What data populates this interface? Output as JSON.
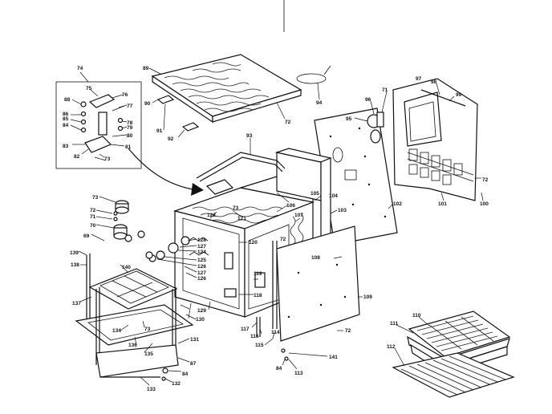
{
  "labels": {
    "l74": "74",
    "l75": "75",
    "l76": "76",
    "l77": "77",
    "l78": "78",
    "l79": "79",
    "l80": "80",
    "l81": "81",
    "l82": "82",
    "l83": "83",
    "l84a": "84",
    "l85": "85",
    "l86": "86",
    "l88": "88",
    "l73b": "73",
    "l89": "89",
    "l90": "90",
    "l91": "91",
    "l92": "92",
    "l72a": "72",
    "l93": "93",
    "l94": "94",
    "l95": "95",
    "l96": "96",
    "l71a": "71",
    "l97": "97",
    "l98": "98",
    "l99": "99",
    "l72b": "72",
    "l100": "100",
    "l101": "101",
    "l102": "102",
    "l103": "103",
    "l104": "104",
    "l105": "105",
    "l106": "106",
    "l107": "107",
    "l73a": "73",
    "l72c": "72",
    "l71b": "71",
    "l70": "70",
    "l69": "69",
    "l139": "139",
    "l138": "138",
    "l140": "140",
    "l137": "137",
    "l122": "122",
    "l121": "121",
    "l128": "128",
    "l127": "127",
    "l124": "124",
    "l125": "125",
    "l126": "126",
    "l127b": "127",
    "l126b": "126",
    "l120": "120",
    "l72d": "72",
    "l119": "119",
    "l118": "118",
    "l108": "108",
    "l109": "109",
    "l129": "129",
    "l130": "130",
    "l117": "117",
    "l116": "116",
    "l115": "115",
    "l114": "114",
    "l72e": "72",
    "l134": "134",
    "l73c": "73",
    "l136": "136",
    "l135": "135",
    "l131": "131",
    "l87": "87",
    "l84b": "84",
    "l132": "132",
    "l133": "133",
    "l84c": "84",
    "l113": "113",
    "l141": "141",
    "l111": "111",
    "l110": "110",
    "l112": "112"
  }
}
